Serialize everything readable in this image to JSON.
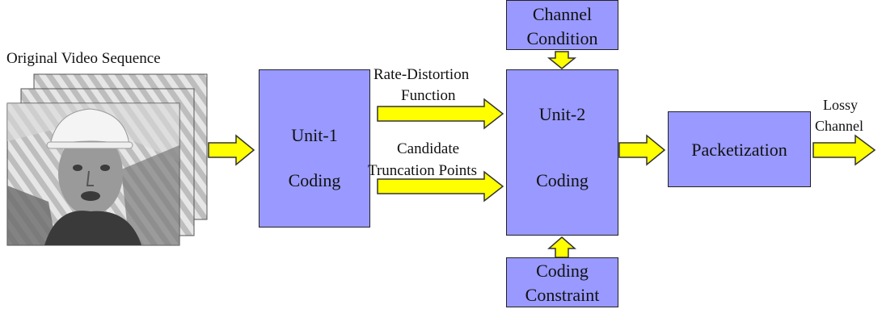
{
  "diagram": {
    "input_label": "Original Video Sequence",
    "unit1": {
      "line1": "Unit-1",
      "line2": "Coding"
    },
    "unit2": {
      "line1": "Unit-2",
      "line2": "Coding"
    },
    "channel_condition": {
      "line1": "Channel",
      "line2": "Condition"
    },
    "coding_constraint": {
      "line1": "Coding",
      "line2": "Constraint"
    },
    "packetization": "Packetization",
    "rd_label": {
      "line1": "Rate-Distortion",
      "line2": "Function"
    },
    "ctp_label": {
      "line1": "Candidate",
      "line2": "Truncation Points"
    },
    "output_label": {
      "line1": "Lossy",
      "line2": "Channel"
    }
  },
  "colors": {
    "box_fill": "#9999ff",
    "arrow_fill": "#ffff00",
    "arrow_stroke": "#333333"
  },
  "icons": [
    "video-frames-image",
    "right-arrow",
    "down-arrow",
    "up-arrow"
  ]
}
